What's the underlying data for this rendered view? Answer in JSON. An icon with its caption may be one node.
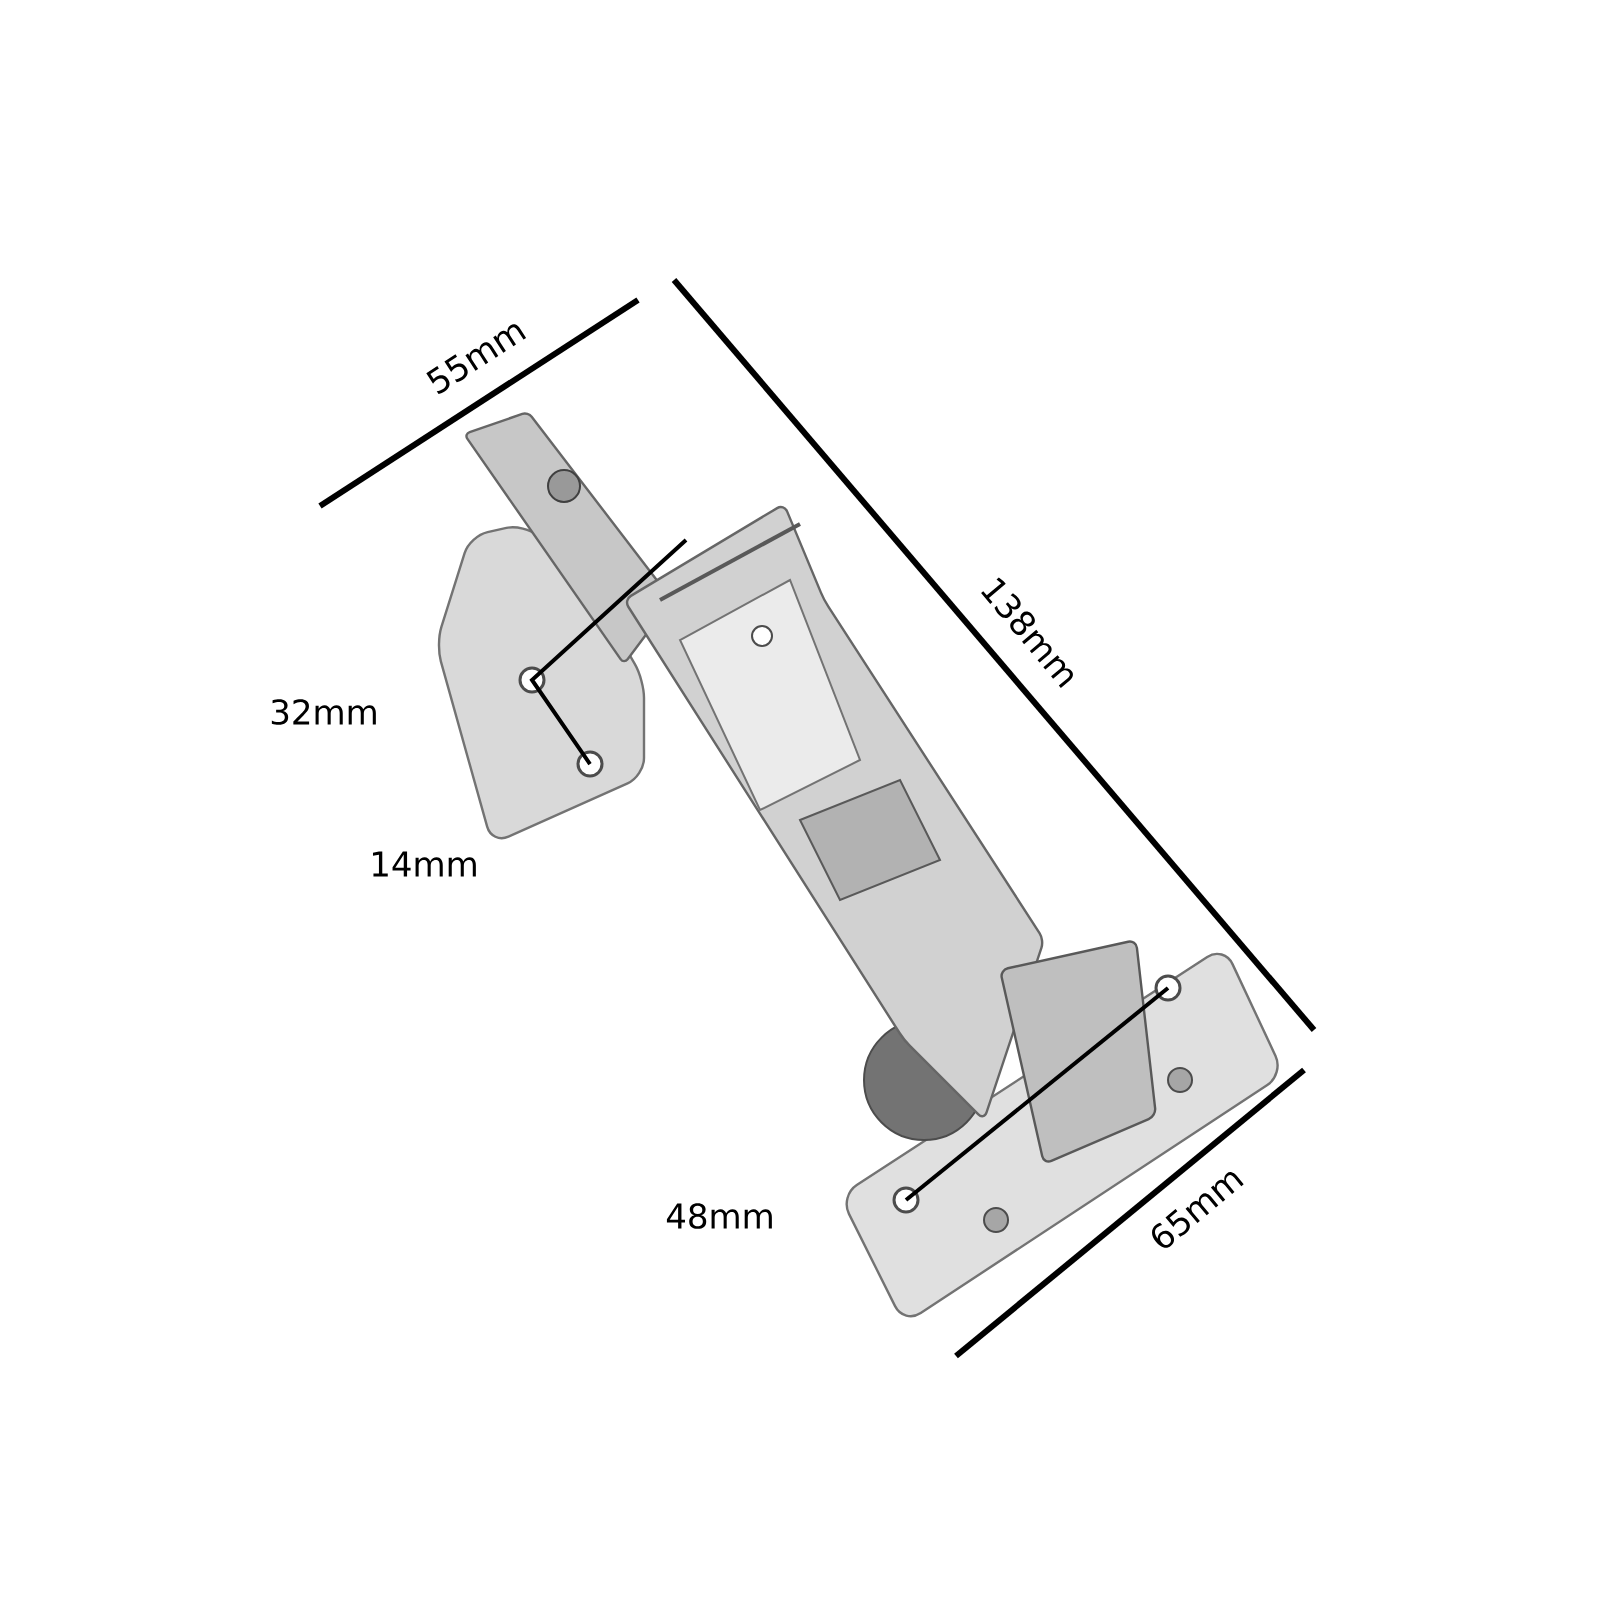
{
  "diagram": {
    "labels": [
      "55mm",
      "138mm",
      "32mm",
      "14mm",
      "48mm",
      "65mm"
    ]
  }
}
